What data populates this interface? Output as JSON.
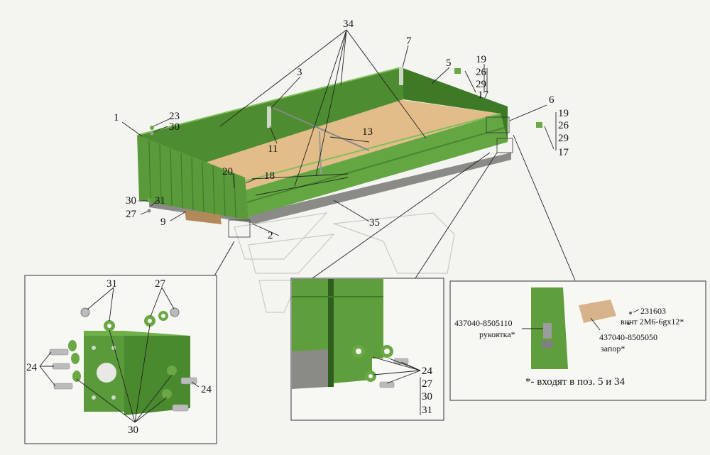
{
  "labels": {
    "p34": "34",
    "p3": "3",
    "p7": "7",
    "p5": "5",
    "p19a": "19",
    "p26a": "26",
    "p29a": "29",
    "p17a": "17",
    "p6": "6",
    "p19b": "19",
    "p26b": "26",
    "p29b": "29",
    "p17b": "17",
    "p1": "1",
    "p23": "23",
    "p30a": "30",
    "p11": "11",
    "p13": "13",
    "p20": "20",
    "p18": "18",
    "p30b": "30",
    "p31a": "31",
    "p27a": "27",
    "p9": "9",
    "p35": "35",
    "p2": "2"
  },
  "detail_left": {
    "p31": "31",
    "p27": "27",
    "p24a": "24",
    "p24b": "24",
    "p30": "30"
  },
  "detail_mid": {
    "p24": "24",
    "p27": "27",
    "p30": "30",
    "p31": "31"
  },
  "detail_right": {
    "part_handle_code": "437040-8505110",
    "part_handle_name": "рукоятка*",
    "part_lock_code": "437040-8505050",
    "part_lock_name": "запор*",
    "part_screw_code": "231603",
    "part_screw_name": "винт 2М6-6gx12*",
    "footnote": "*- входят в поз. 5 и 34"
  },
  "colors": {
    "side_green": "#5f9e3c",
    "side_dark": "#3f7a28",
    "floor": "#e2bd8a",
    "frame": "#6e6e6e"
  }
}
